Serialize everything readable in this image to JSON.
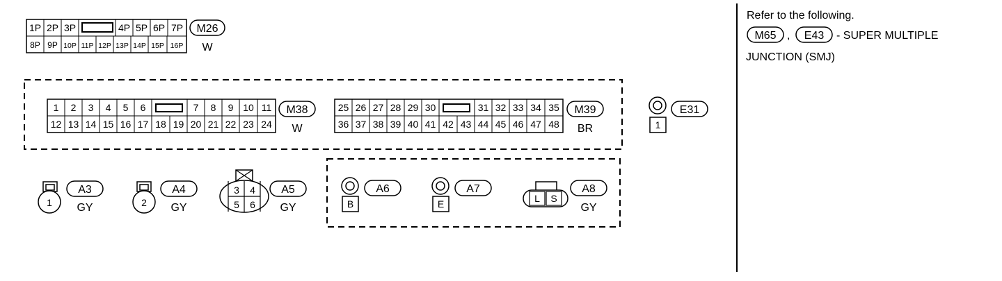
{
  "connectors": {
    "m26": {
      "id": "M26",
      "color": "W",
      "row1a": [
        "1P",
        "2P",
        "3P"
      ],
      "row1b": [
        "4P",
        "5P",
        "6P",
        "7P"
      ],
      "row2": [
        "8P",
        "9P",
        "10P",
        "11P",
        "12P",
        "13P",
        "14P",
        "15P",
        "16P"
      ]
    },
    "m38": {
      "id": "M38",
      "color": "W",
      "row1a": [
        "1",
        "2",
        "3",
        "4",
        "5",
        "6"
      ],
      "row1b": [
        "7",
        "8",
        "9",
        "10",
        "11"
      ],
      "row2": [
        "12",
        "13",
        "14",
        "15",
        "16",
        "17",
        "18",
        "19",
        "20",
        "21",
        "22",
        "23",
        "24"
      ]
    },
    "m39": {
      "id": "M39",
      "color": "BR",
      "row1a": [
        "25",
        "26",
        "27",
        "28",
        "29",
        "30"
      ],
      "row1b": [
        "31",
        "32",
        "33",
        "34",
        "35"
      ],
      "row2": [
        "36",
        "37",
        "38",
        "39",
        "40",
        "41",
        "42",
        "43",
        "44",
        "45",
        "46",
        "47",
        "48"
      ]
    },
    "e31": {
      "id": "E31",
      "pin": "1"
    },
    "a3": {
      "id": "A3",
      "color": "GY",
      "pin": "1"
    },
    "a4": {
      "id": "A4",
      "color": "GY",
      "pin": "2"
    },
    "a5": {
      "id": "A5",
      "color": "GY",
      "pins": [
        "3",
        "4",
        "5",
        "6"
      ]
    },
    "a6": {
      "id": "A6",
      "pin": "B"
    },
    "a7": {
      "id": "A7",
      "pin": "E"
    },
    "a8": {
      "id": "A8",
      "color": "GY",
      "pins": [
        "L",
        "S"
      ]
    }
  },
  "reference": {
    "line1": "Refer to the following.",
    "tag1": "M65",
    "separator": ",",
    "tag2": "E43",
    "suffix": "- SUPER MULTIPLE",
    "line3": "JUNCTION (SMJ)"
  }
}
